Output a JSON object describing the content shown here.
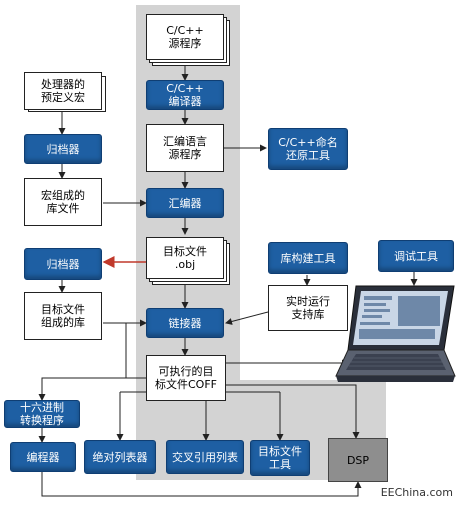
{
  "diagram": {
    "source_code": "C/C++\n源程序",
    "compiler": "C/C++\n编译器",
    "asm_source": "汇编语言\n源程序",
    "name_demangler": "C/C++命名\n还原工具",
    "assembler": "汇编器",
    "predefined_macros": "处理器的\n预定义宏",
    "archiver_top": "归档器",
    "macro_library": "宏组成的\n库文件",
    "object_file": "目标文件\n.obj",
    "archiver_bottom": "归档器",
    "library_builder": "库构建工具",
    "debug_tool": "调试工具",
    "object_library": "目标文件\n组成的库",
    "runtime_library": "实时运行\n支持库",
    "linker": "链接器",
    "executable": "可执行的目\n标文件COFF",
    "hex_converter": "十六进制\n转换程序",
    "programmer": "编程器",
    "absolute_lister": "绝对列表器",
    "cross_ref_lister": "交叉引用列表",
    "object_file_tools": "目标文件\n工具",
    "dsp": "DSP"
  },
  "watermark": "EEChina.com",
  "colors": {
    "blue_box": "#1e5fa3",
    "band": "#d3d3d3",
    "dsp_box": "#8e8e8e"
  }
}
